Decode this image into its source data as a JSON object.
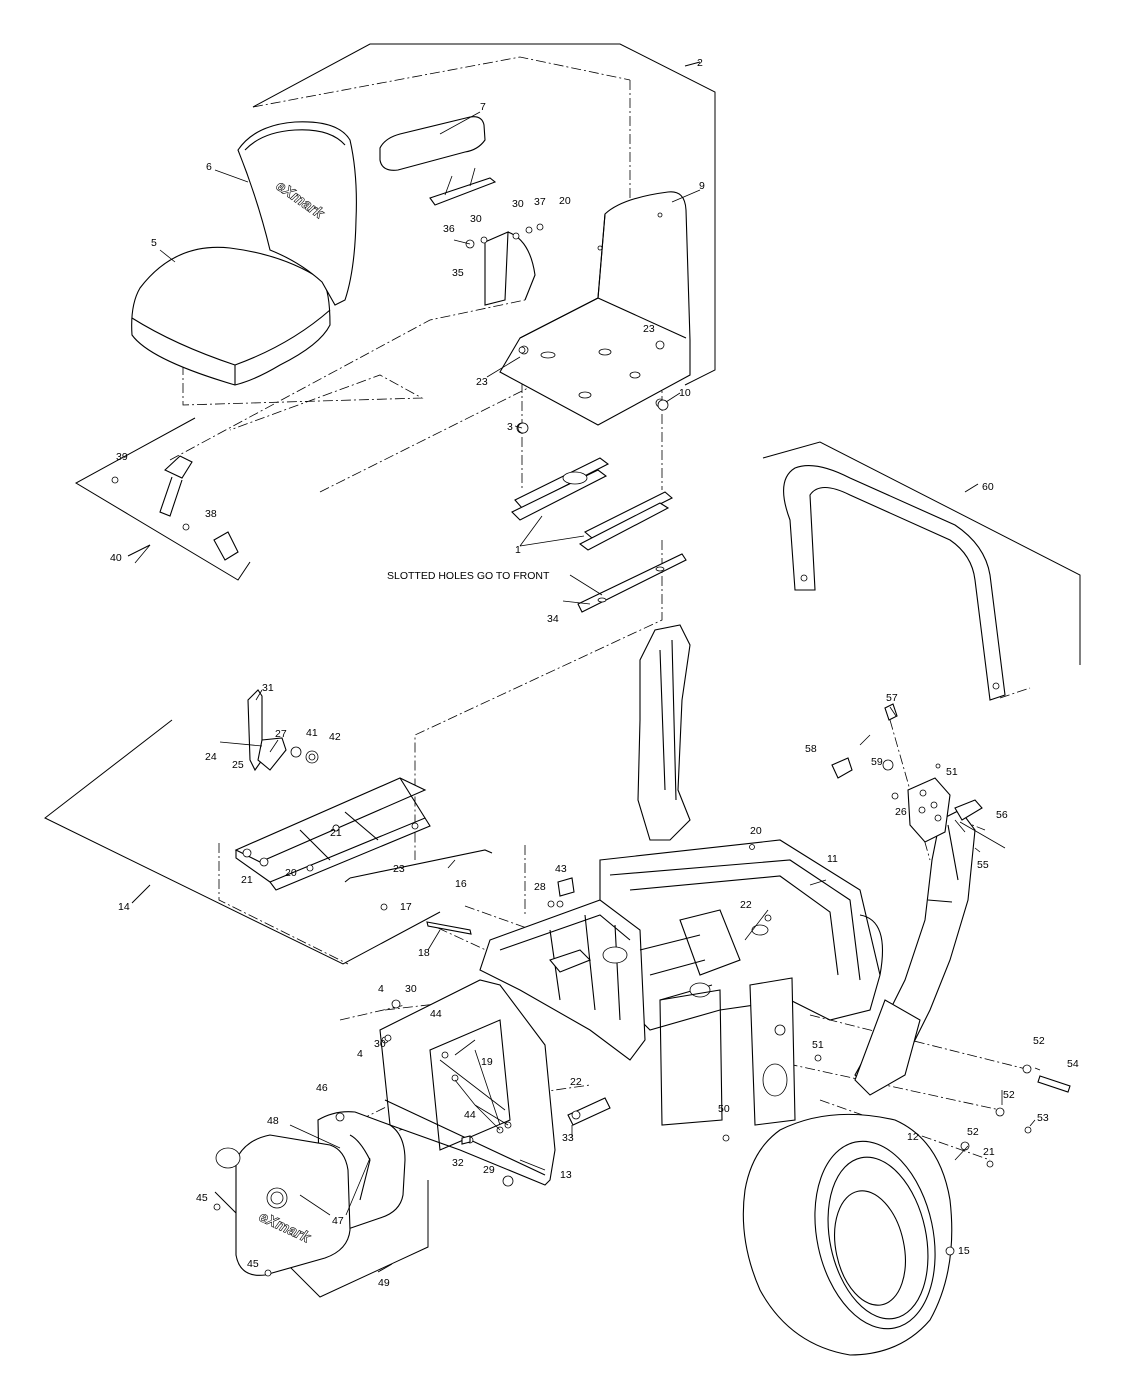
{
  "diagram": {
    "note": "SLOTTED HOLES GO TO FRONT",
    "brand_mark": "eXmark",
    "callouts": [
      {
        "id": "c1",
        "text": "1"
      },
      {
        "id": "c2",
        "text": "2"
      },
      {
        "id": "c3",
        "text": "3"
      },
      {
        "id": "c4a",
        "text": "4"
      },
      {
        "id": "c4b",
        "text": "4"
      },
      {
        "id": "c5",
        "text": "5"
      },
      {
        "id": "c6",
        "text": "6"
      },
      {
        "id": "c7",
        "text": "7"
      },
      {
        "id": "c9",
        "text": "9"
      },
      {
        "id": "c10",
        "text": "10"
      },
      {
        "id": "c11",
        "text": "11"
      },
      {
        "id": "c12",
        "text": "12"
      },
      {
        "id": "c13",
        "text": "13"
      },
      {
        "id": "c14",
        "text": "14"
      },
      {
        "id": "c15",
        "text": "15"
      },
      {
        "id": "c16",
        "text": "16"
      },
      {
        "id": "c17",
        "text": "17"
      },
      {
        "id": "c18",
        "text": "18"
      },
      {
        "id": "c19",
        "text": "19"
      },
      {
        "id": "c20a",
        "text": "20"
      },
      {
        "id": "c20b",
        "text": "20"
      },
      {
        "id": "c20c",
        "text": "20"
      },
      {
        "id": "c21a",
        "text": "21"
      },
      {
        "id": "c21b",
        "text": "21"
      },
      {
        "id": "c21c",
        "text": "21"
      },
      {
        "id": "c22a",
        "text": "22"
      },
      {
        "id": "c22b",
        "text": "22"
      },
      {
        "id": "c23a",
        "text": "23"
      },
      {
        "id": "c23b",
        "text": "23"
      },
      {
        "id": "c23c",
        "text": "23"
      },
      {
        "id": "c24",
        "text": "24"
      },
      {
        "id": "c25",
        "text": "25"
      },
      {
        "id": "c26",
        "text": "26"
      },
      {
        "id": "c27",
        "text": "27"
      },
      {
        "id": "c28",
        "text": "28"
      },
      {
        "id": "c29",
        "text": "29"
      },
      {
        "id": "c30a",
        "text": "30"
      },
      {
        "id": "c30b",
        "text": "30"
      },
      {
        "id": "c30c",
        "text": "30"
      },
      {
        "id": "c30d",
        "text": "30"
      },
      {
        "id": "c31",
        "text": "31"
      },
      {
        "id": "c32",
        "text": "32"
      },
      {
        "id": "c33",
        "text": "33"
      },
      {
        "id": "c34",
        "text": "34"
      },
      {
        "id": "c35",
        "text": "35"
      },
      {
        "id": "c36",
        "text": "36"
      },
      {
        "id": "c37",
        "text": "37"
      },
      {
        "id": "c38",
        "text": "38"
      },
      {
        "id": "c39",
        "text": "39"
      },
      {
        "id": "c40",
        "text": "40"
      },
      {
        "id": "c41",
        "text": "41"
      },
      {
        "id": "c42",
        "text": "42"
      },
      {
        "id": "c43",
        "text": "43"
      },
      {
        "id": "c44a",
        "text": "44"
      },
      {
        "id": "c44b",
        "text": "44"
      },
      {
        "id": "c45a",
        "text": "45"
      },
      {
        "id": "c45b",
        "text": "45"
      },
      {
        "id": "c46",
        "text": "46"
      },
      {
        "id": "c47",
        "text": "47"
      },
      {
        "id": "c48",
        "text": "48"
      },
      {
        "id": "c49",
        "text": "49"
      },
      {
        "id": "c50",
        "text": "50"
      },
      {
        "id": "c51a",
        "text": "51"
      },
      {
        "id": "c51b",
        "text": "51"
      },
      {
        "id": "c52a",
        "text": "52"
      },
      {
        "id": "c52b",
        "text": "52"
      },
      {
        "id": "c52c",
        "text": "52"
      },
      {
        "id": "c53",
        "text": "53"
      },
      {
        "id": "c54",
        "text": "54"
      },
      {
        "id": "c55",
        "text": "55"
      },
      {
        "id": "c56",
        "text": "56"
      },
      {
        "id": "c57",
        "text": "57"
      },
      {
        "id": "c58",
        "text": "58"
      },
      {
        "id": "c59",
        "text": "59"
      },
      {
        "id": "c60",
        "text": "60"
      }
    ]
  }
}
